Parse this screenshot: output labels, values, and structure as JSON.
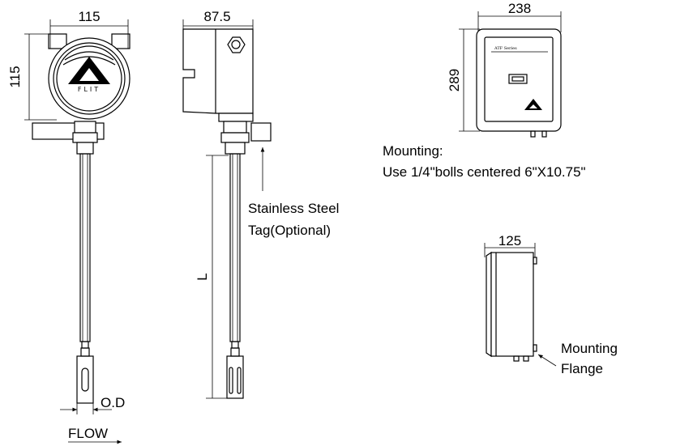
{
  "front_view": {
    "width_dim": "115",
    "height_dim": "115",
    "logo_text": "FLIT",
    "od_label": "O.D",
    "flow_label": "FLOW"
  },
  "side_view": {
    "width_dim": "87.5",
    "length_label": "L",
    "tag_note_line1": "Stainless Steel",
    "tag_note_line2": "Tag(Optional)"
  },
  "enclosure_front": {
    "width_dim": "238",
    "height_dim": "289",
    "series_label": "ATF Series",
    "mounting_line1": "Mounting:",
    "mounting_line2": "Use 1/4\"bolls centered 6\"X10.75\""
  },
  "enclosure_side": {
    "width_dim": "125",
    "flange_line1": "Mounting",
    "flange_line2": "Flange"
  }
}
